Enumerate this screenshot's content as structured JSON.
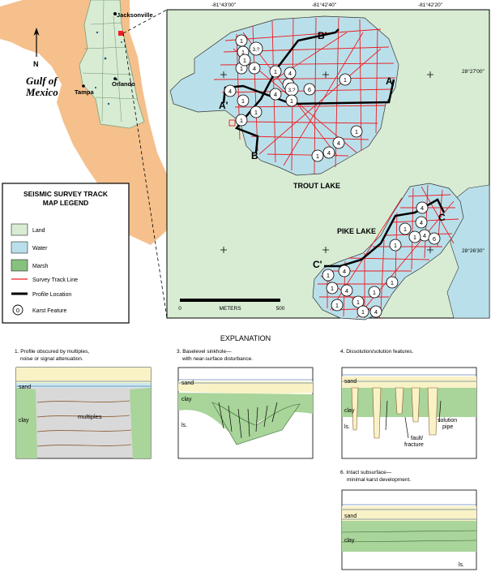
{
  "florida_map": {
    "cities": [
      "Jacksonville",
      "Orlando",
      "Tampa"
    ],
    "north_label": "N",
    "gulf_label_1": "Gulf of",
    "gulf_label_2": "Mexico"
  },
  "coordinates": {
    "lon1": "-81°43'00\"",
    "lon2": "-81°42'40\"",
    "lon3": "-81°42'20\"",
    "lat1": "28°27'00\"",
    "lat2": "28°26'30\""
  },
  "lakes": {
    "trout_name": "TROUT LAKE",
    "pike_name": "PIKE LAKE"
  },
  "profiles": {
    "A": "A",
    "A_prime": "A'",
    "B": "B",
    "B_prime": "B'",
    "C": "C",
    "C_prime": "C'"
  },
  "karst_markers": {
    "trout": [
      "1",
      "1",
      "3,?",
      "1",
      "1",
      "4",
      "1",
      "4",
      "1",
      "4",
      "4",
      "1",
      "3,?",
      "6",
      "1",
      "1",
      "1",
      "1",
      "4",
      "1",
      "1",
      "4"
    ],
    "pike": [
      "4",
      "4",
      "1",
      "4",
      "6",
      "1",
      "1",
      "4",
      "1",
      "1",
      "4",
      "1",
      "1",
      "1",
      "1",
      "4",
      "1"
    ]
  },
  "scale": {
    "zero": "0",
    "label": "METERS",
    "max": "500"
  },
  "legend": {
    "title_1": "SEISMIC SURVEY TRACK",
    "title_2": "MAP LEGEND",
    "items": [
      {
        "label": "Land",
        "color": "#d8ecd4"
      },
      {
        "label": "Water",
        "color": "#b9e0ea"
      },
      {
        "label": "Marsh",
        "color": "#86c27e"
      },
      {
        "label": "Survey Track Line",
        "color": "#ec1c24"
      },
      {
        "label": "Profile Location",
        "color": "#000000"
      },
      {
        "label": "Karst Feature",
        "color": "#ffffff",
        "symbol": "0"
      }
    ]
  },
  "explanation": {
    "title": "EXPLANATION",
    "panels": [
      {
        "caption_1": "1. Profile obscured by multiples,",
        "caption_2": "noise or signal attenuation.",
        "labels": [
          "sand",
          "clay",
          "multiples"
        ]
      },
      {
        "caption_1": "3. Baselevel sinkhole—",
        "caption_2": "with near-surface disturbance.",
        "labels": [
          "sand",
          "clay",
          "ls."
        ]
      },
      {
        "caption_1": "4. Dissolution/solution features.",
        "caption_2": "",
        "labels": [
          "sand",
          "clay",
          "ls.",
          "fault/",
          "fracture",
          "solution",
          "pipe"
        ]
      },
      {
        "caption_1": "6. Intact subsurface—",
        "caption_2": "minimal karst development.",
        "labels": [
          "sand",
          "clay",
          "ls."
        ]
      }
    ]
  },
  "colors": {
    "land": "#d8ecd4",
    "water": "#b9e0ea",
    "marsh": "#86c27e",
    "florida": "#f5c08c",
    "track": "#ec1c24",
    "sand": "#f9f2c6",
    "clay": "#a9d49a"
  }
}
